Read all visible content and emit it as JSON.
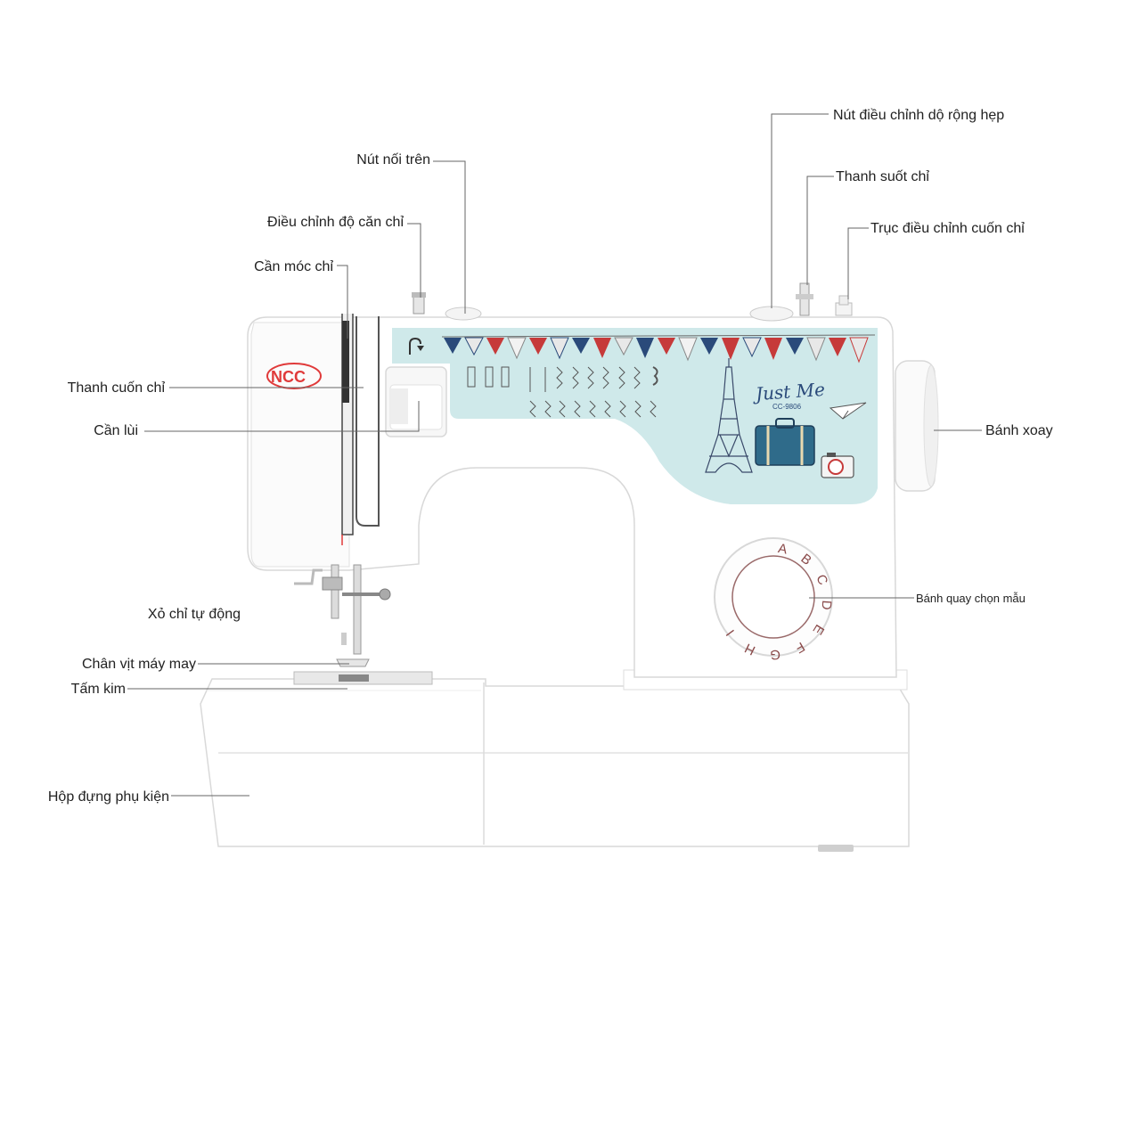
{
  "machine": {
    "brand": "NCC",
    "model_name": "Just Me",
    "model_code": "CC-9806",
    "dial_letters": [
      "A",
      "B",
      "C",
      "D",
      "E",
      "F",
      "G",
      "H",
      "I"
    ],
    "colors": {
      "panel": "#cfe9ea",
      "brand_red": "#e03a3a",
      "navy": "#2a4a7a",
      "suitcase": "#2f6b8a"
    }
  },
  "labels": {
    "upper_thread_guide": "Nút nối trên",
    "thread_tension": "Điều chỉnh độ căn chỉ",
    "take_up_lever": "Cần móc chỉ",
    "thread_winder_bar": "Thanh cuốn chỉ",
    "reverse_lever": "Cần lùi",
    "auto_threader": "Xỏ chỉ tự động",
    "presser_foot": "Chân vịt máy may",
    "needle_plate": "Tấm kim",
    "accessory_box": "Hộp đựng phụ kiện",
    "width_knob": "Nút điều chỉnh dộ rộng hẹp",
    "spool_pin": "Thanh suốt chỉ",
    "bobbin_winder": "Trục điều chỉnh cuốn chỉ",
    "handwheel": "Bánh xoay",
    "pattern_dial": "Bánh quay chọn mẫu"
  }
}
